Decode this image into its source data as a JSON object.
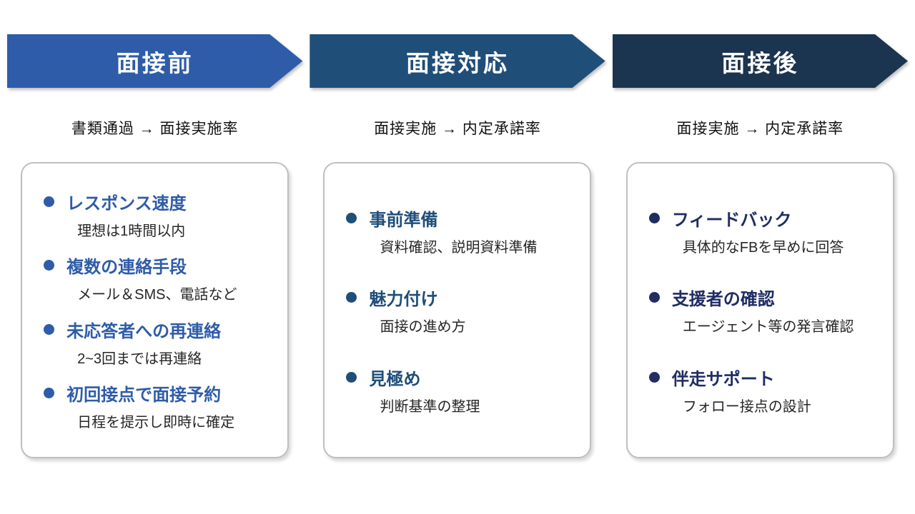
{
  "page": {
    "background": "#FFFFFF",
    "text_color": "#262626",
    "card_border_color": "#BFBFBF"
  },
  "columns": [
    {
      "id": "before-interview",
      "arrow_color": "#2E5CA8",
      "accent": "#2E5CA8",
      "arrow_label": "面接前",
      "metric": "書類通過 → 面接実施率",
      "items": [
        {
          "title": "レスポンス速度",
          "desc": "理想は1時間以内"
        },
        {
          "title": "複数の連絡手段",
          "desc": "メール＆SMS、電話など"
        },
        {
          "title": "未応答者への再連絡",
          "desc": "2~3回までは再連絡"
        },
        {
          "title": "初回接点で面接予約",
          "desc": "日程を提示し即時に確定"
        }
      ]
    },
    {
      "id": "during-interview",
      "arrow_color": "#1F4E79",
      "accent": "#1F4E79",
      "arrow_label": "面接対応",
      "metric": "面接実施 → 内定承諾率",
      "items": [
        {
          "title": "事前準備",
          "desc": "資料確認、説明資料準備"
        },
        {
          "title": "魅力付け",
          "desc": "面接の進め方"
        },
        {
          "title": "見極め",
          "desc": "判断基準の整理"
        }
      ]
    },
    {
      "id": "after-interview",
      "arrow_color": "#1B344F",
      "accent": "#1F2D63",
      "arrow_label": "面接後",
      "metric": "面接実施 → 内定承諾率",
      "items": [
        {
          "title": "フィードバック",
          "desc": "具体的なFBを早めに回答"
        },
        {
          "title": "支援者の確認",
          "desc": "エージェント等の発言確認"
        },
        {
          "title": "伴走サポート",
          "desc": "フォロー接点の設計"
        }
      ]
    }
  ]
}
